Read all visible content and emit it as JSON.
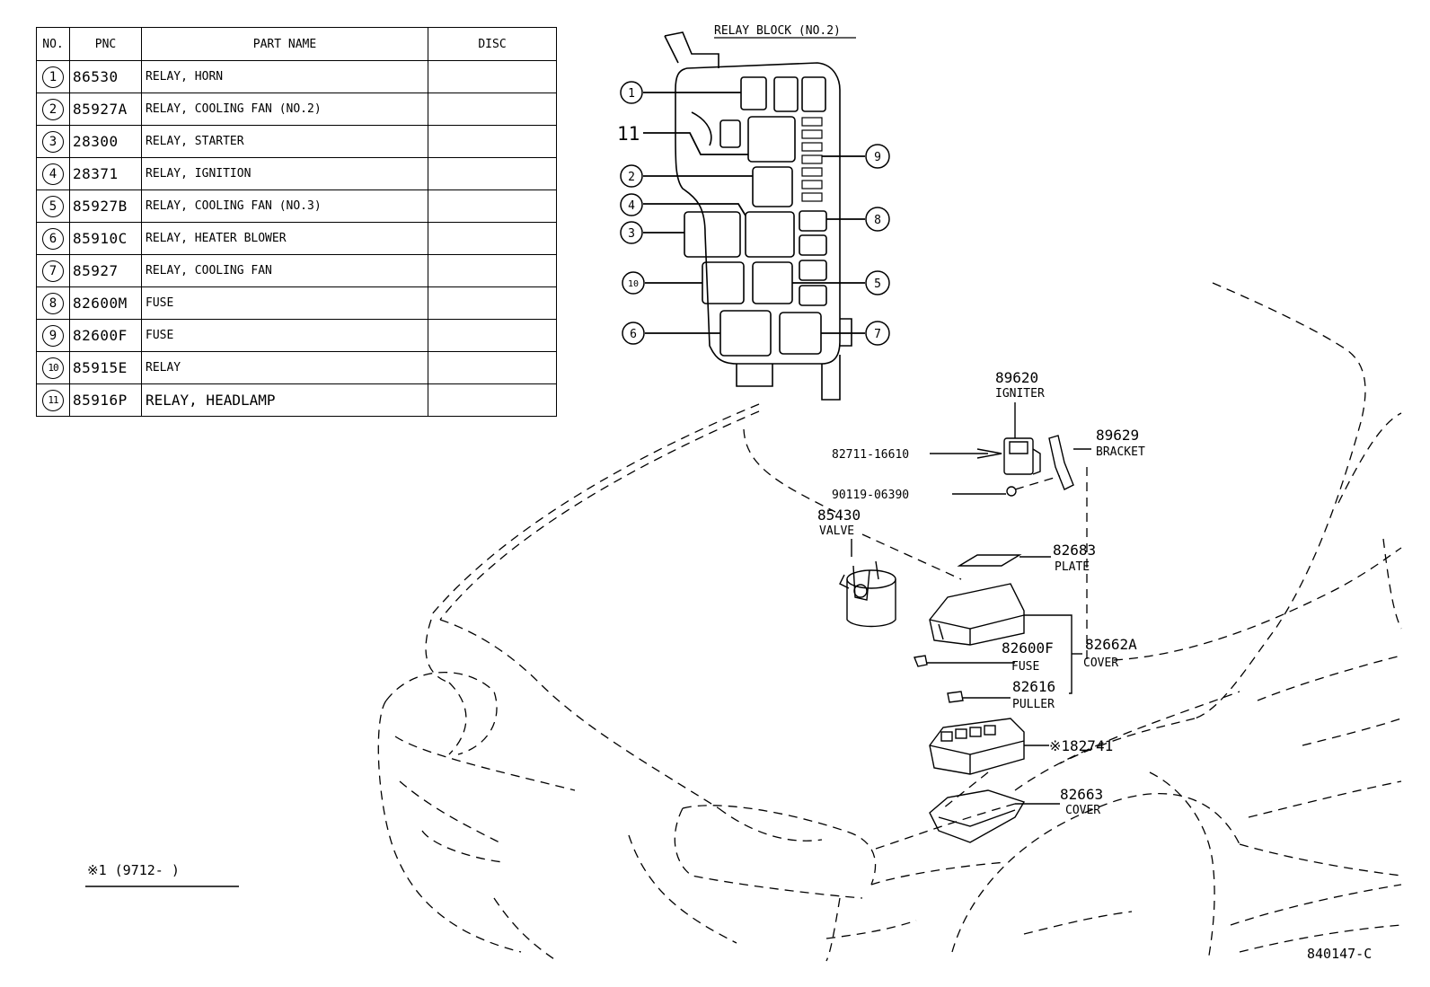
{
  "table": {
    "headers": {
      "no": "NO.",
      "pnc": "PNC",
      "part_name": "PART NAME",
      "disc": "DISC"
    },
    "rows": [
      {
        "no": "1",
        "pnc": "86530",
        "name": "RELAY, HORN",
        "disc": ""
      },
      {
        "no": "2",
        "pnc": "85927A",
        "name": "RELAY, COOLING FAN (NO.2)",
        "disc": ""
      },
      {
        "no": "3",
        "pnc": "28300",
        "name": "RELAY, STARTER",
        "disc": ""
      },
      {
        "no": "4",
        "pnc": "28371",
        "name": "RELAY, IGNITION",
        "disc": ""
      },
      {
        "no": "5",
        "pnc": "85927B",
        "name": "RELAY, COOLING FAN (NO.3)",
        "disc": ""
      },
      {
        "no": "6",
        "pnc": "85910C",
        "name": "RELAY, HEATER BLOWER",
        "disc": ""
      },
      {
        "no": "7",
        "pnc": "85927",
        "name": "RELAY, COOLING FAN",
        "disc": ""
      },
      {
        "no": "8",
        "pnc": "82600M",
        "name": "FUSE",
        "disc": ""
      },
      {
        "no": "9",
        "pnc": "82600F",
        "name": "FUSE",
        "disc": ""
      },
      {
        "no": "10",
        "pnc": "85915E",
        "name": "RELAY",
        "disc": ""
      },
      {
        "no": "11",
        "pnc": "85916P",
        "name": "RELAY, HEADLAMP",
        "disc": ""
      }
    ]
  },
  "relay_block": {
    "title": "RELAY BLOCK (NO.2)",
    "callouts": [
      "1",
      "11",
      "2",
      "4",
      "3",
      "10",
      "6",
      "9",
      "8",
      "5",
      "7"
    ]
  },
  "parts": {
    "igniter": {
      "pnc": "89620",
      "name": "IGNITER"
    },
    "bracket": {
      "pnc": "89629",
      "name": "BRACKET"
    },
    "bolt": {
      "pnc": "82711-16610"
    },
    "screw": {
      "pnc": "90119-06390"
    },
    "valve": {
      "pnc": "85430",
      "name": "VALVE"
    },
    "plate": {
      "pnc": "82683",
      "name": "PLATE"
    },
    "fuse": {
      "pnc": "82600F",
      "name": "FUSE"
    },
    "cover": {
      "pnc": "82662A",
      "name": "COVER"
    },
    "puller": {
      "pnc": "82616",
      "name": "PULLER"
    },
    "block": {
      "pnc": "※182741"
    },
    "lower_cover": {
      "pnc": "82663",
      "name": "COVER"
    }
  },
  "footnote": "※1 (9712-     )",
  "illustration_id": "840147-C"
}
